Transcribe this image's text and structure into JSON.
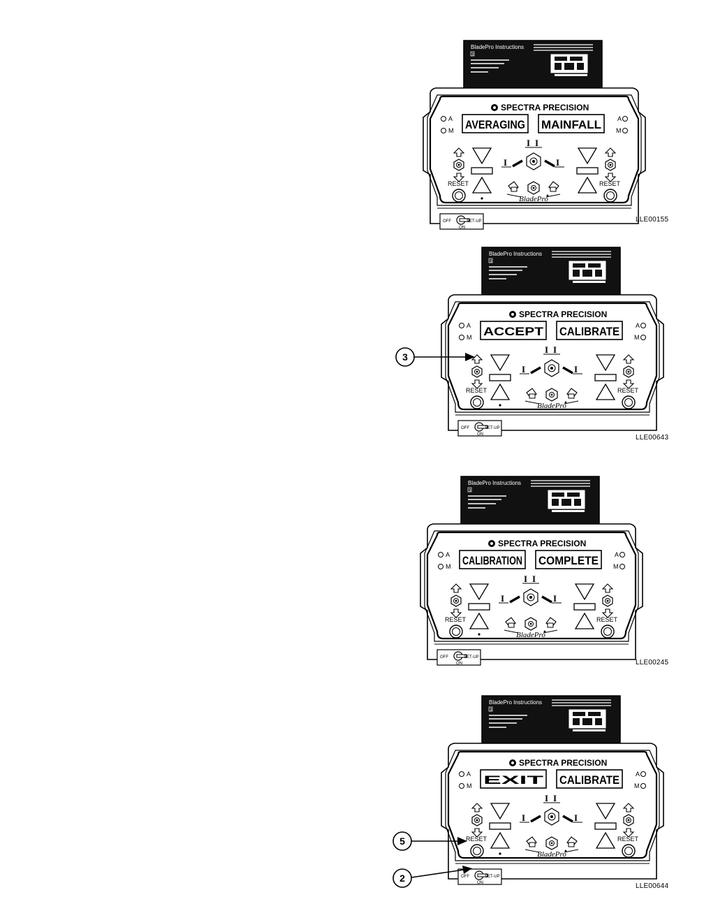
{
  "panel": {
    "brand": "SPECTRA PRECISION",
    "card_title": "BladePro Instructions",
    "card_number": "3",
    "label_a": "A",
    "label_m": "M",
    "reset": "RESET",
    "bladepro": "BladePro",
    "switch_off": "OFF",
    "switch_setup": "SET-UP",
    "switch_on": "ON",
    "bar_label": "I"
  },
  "figures": [
    {
      "code": "LLE00155",
      "display_left": "AVERAGING",
      "display_right": "MAINFALL"
    },
    {
      "code": "LLE00643",
      "display_left": "ACCEPT",
      "display_right": "CALIBRATE"
    },
    {
      "code": "LLE00245",
      "display_left": "CALIBRATION",
      "display_right": "COMPLETE"
    },
    {
      "code": "LLE00644",
      "display_left": "EXIT",
      "display_right": "CALIBRATE"
    }
  ],
  "callouts": [
    {
      "number": "3",
      "target": "left-up-down-button"
    },
    {
      "number": "5",
      "target": "left-reset-button"
    },
    {
      "number": "2",
      "target": "power-switch"
    }
  ]
}
